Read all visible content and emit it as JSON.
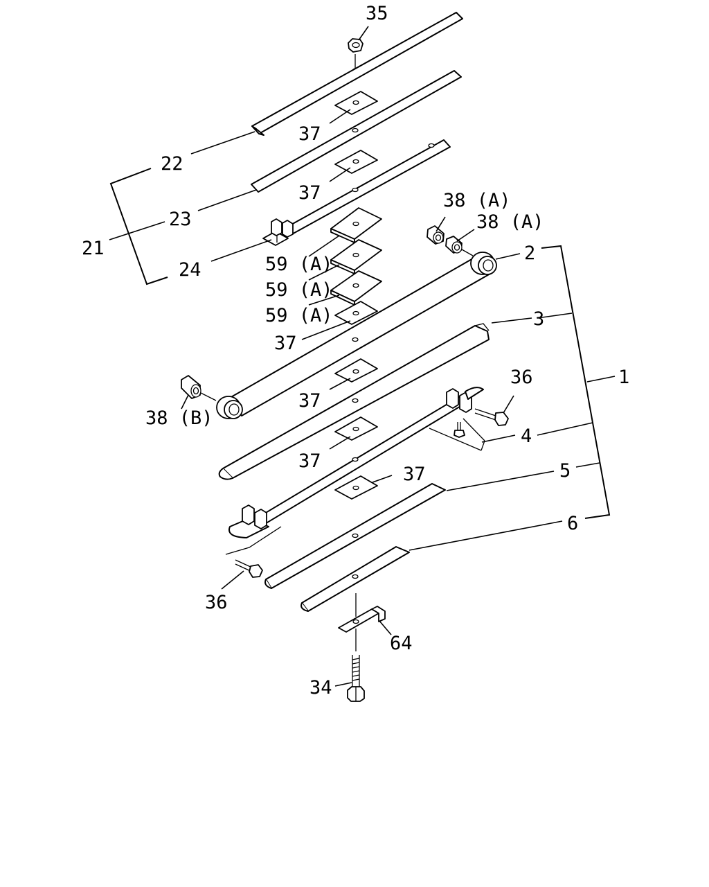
{
  "callouts": {
    "c35": "35",
    "c37_a": "37",
    "c37_b": "37",
    "c22": "22",
    "c23": "23",
    "c21": "21",
    "c24": "24",
    "c38a_1": "38 (A)",
    "c38a_2": "38 (A)",
    "c2": "2",
    "c59a_1": "59 (A)",
    "c59a_2": "59 (A)",
    "c59a_3": "59 (A)",
    "c37_c": "37",
    "c3": "3",
    "c1": "1",
    "c36_a": "36",
    "c37_d": "37",
    "c38b": "38 (B)",
    "c4": "4",
    "c37_e": "37",
    "c37_f": "37",
    "c5": "5",
    "c6": "6",
    "c36_b": "36",
    "c64": "64",
    "c34": "34"
  }
}
